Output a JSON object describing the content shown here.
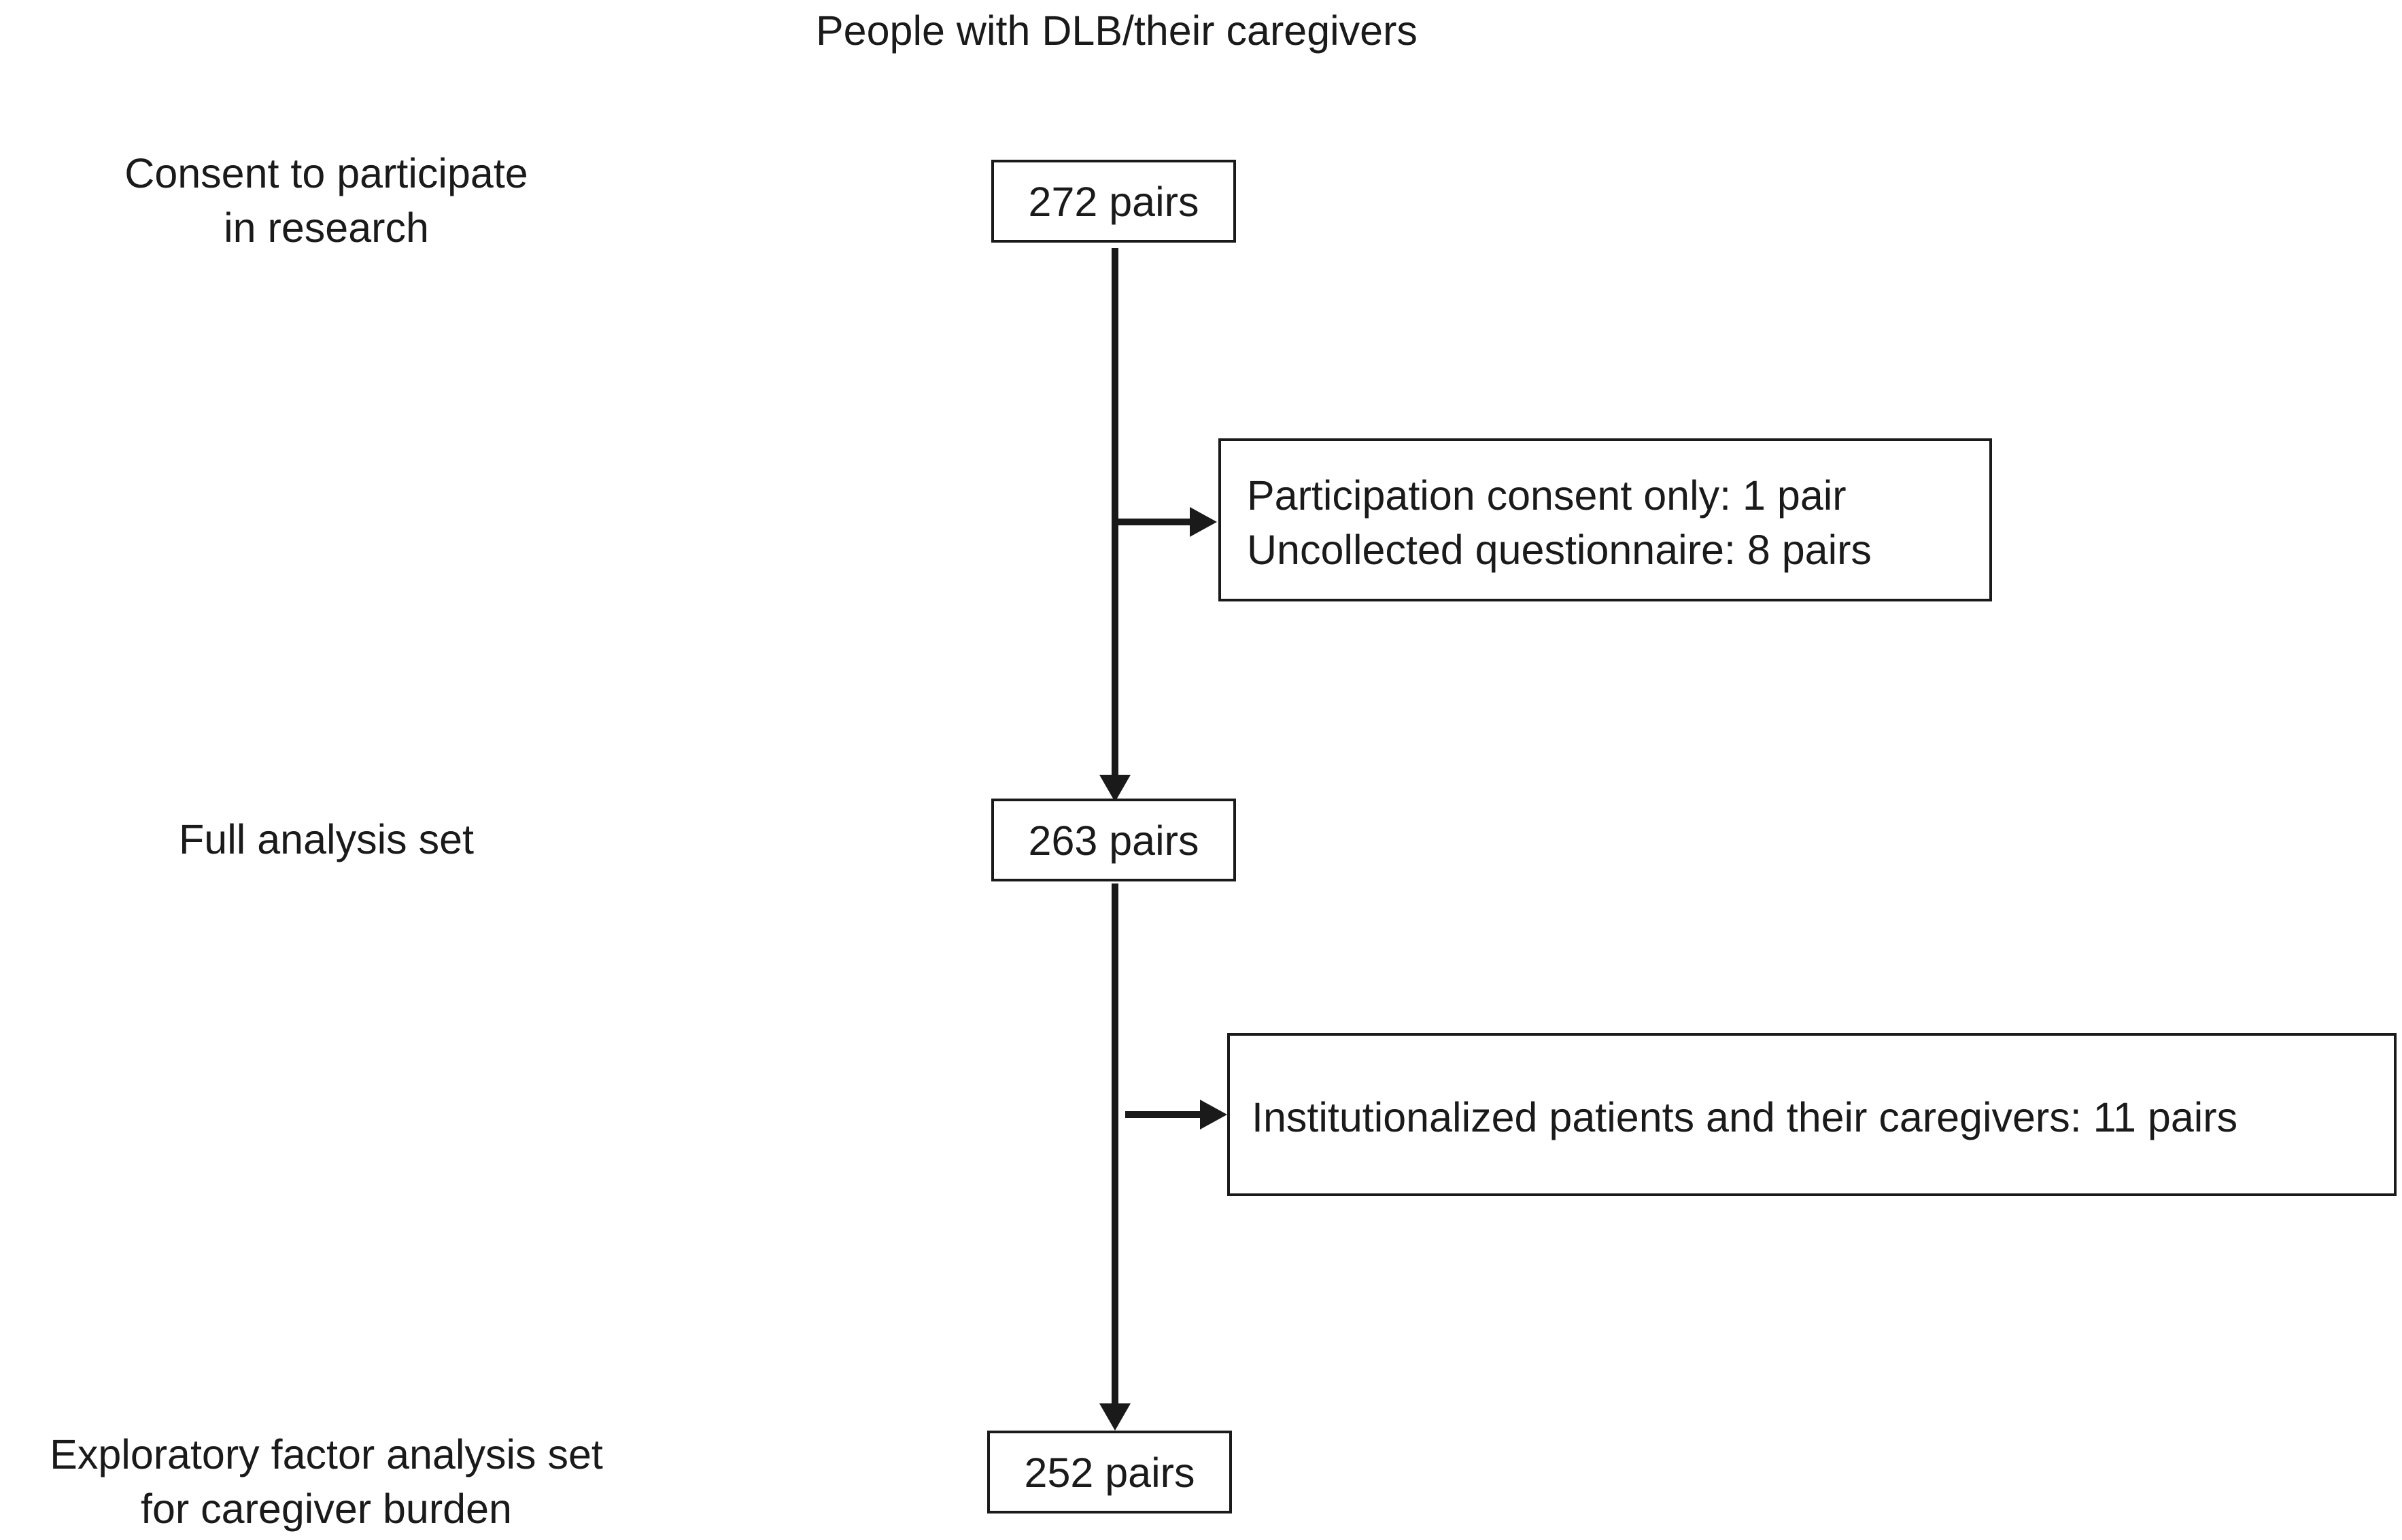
{
  "header": {
    "title": "People with DLB/their caregivers"
  },
  "stages": [
    {
      "label_line1": "Consent to participate",
      "label_line2": "in research",
      "count": "272 pairs"
    },
    {
      "label_line1": "Full analysis set",
      "label_line2": "",
      "count": "263 pairs"
    },
    {
      "label_line1": "Exploratory factor analysis set",
      "label_line2": "for caregiver burden",
      "count": "252 pairs"
    }
  ],
  "exclusions": [
    {
      "line1": "Participation consent only: 1 pair",
      "line2": "Uncollected questionnaire: 8 pairs"
    },
    {
      "line1": "Institutionalized patients and their caregivers: 11 pairs",
      "line2": ""
    }
  ],
  "colors": {
    "line": "#1a1a1a",
    "background": "#ffffff"
  }
}
